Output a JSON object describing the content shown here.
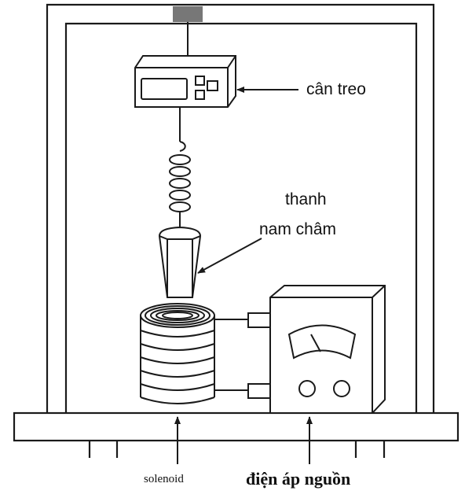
{
  "labels": {
    "scale": "cân treo",
    "magnet_line1": "thanh",
    "magnet_line2": "nam châm",
    "solenoid": "solenoid",
    "power": "điện áp nguồn"
  },
  "colors": {
    "stroke": "#1a1a1a",
    "background": "#ffffff",
    "mount": "#777777"
  }
}
